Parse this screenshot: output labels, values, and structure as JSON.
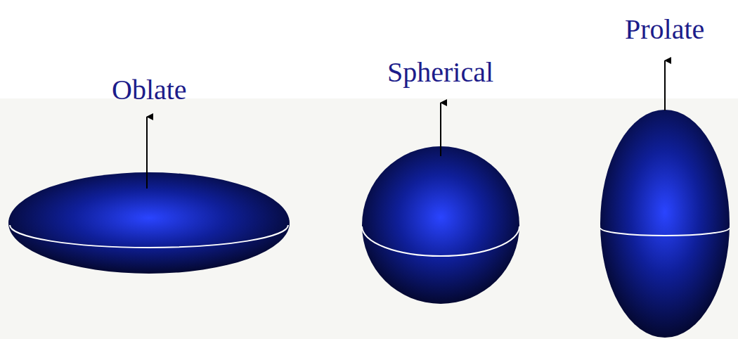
{
  "diagram": {
    "labels": [
      "Oblate",
      "Spherical",
      "Prolate"
    ]
  }
}
